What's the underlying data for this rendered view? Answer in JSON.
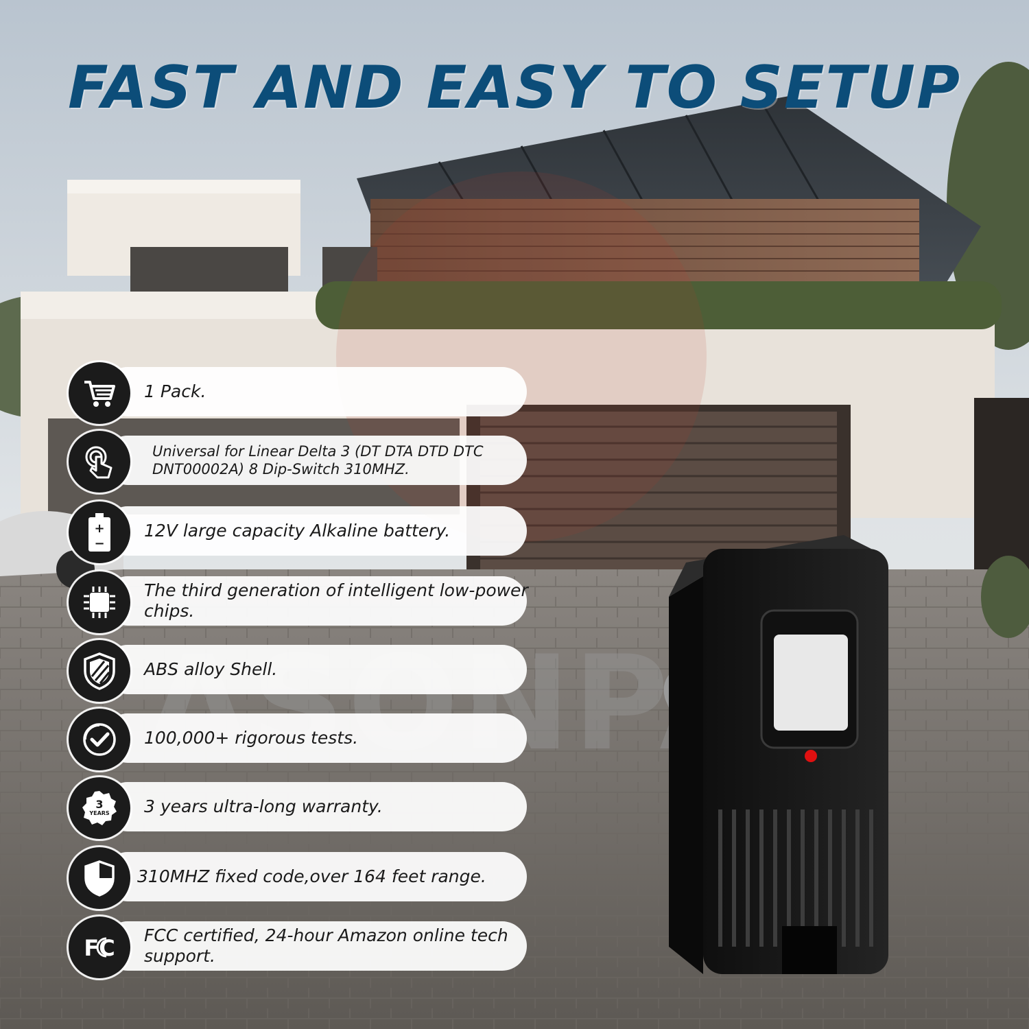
{
  "headline": "FAST AND EASY TO SETUP",
  "watermark": "ASONPAO",
  "colors": {
    "headline": "#0c4d79",
    "badge": "#1b1b1b",
    "pill": "#ffffff",
    "led": "#e01010"
  },
  "features": [
    {
      "icon": "cart-icon",
      "text": "1 Pack."
    },
    {
      "icon": "touch-icon",
      "text": "Universal  for Linear Delta 3 (DT DTA DTD DTC DNT00002A) 8 Dip-Switch 310MHZ."
    },
    {
      "icon": "battery-icon",
      "text": "12V large capacity Alkaline battery."
    },
    {
      "icon": "chip-icon",
      "text": "The third generation of intelligent low-power chips."
    },
    {
      "icon": "shield-striped-icon",
      "text": "ABS alloy Shell."
    },
    {
      "icon": "check-circle-icon",
      "text": "100,000+ rigorous tests."
    },
    {
      "icon": "warranty-badge-icon",
      "text": "3 years ultra-long warranty.",
      "badge_number": "3",
      "badge_label": "YEARS"
    },
    {
      "icon": "security-shield-icon",
      "text": "310MHZ fixed code,over 164 feet range."
    },
    {
      "icon": "fcc-icon",
      "text": "FCC certified, 24-hour Amazon online tech support.",
      "badge_label": "FC"
    }
  ]
}
